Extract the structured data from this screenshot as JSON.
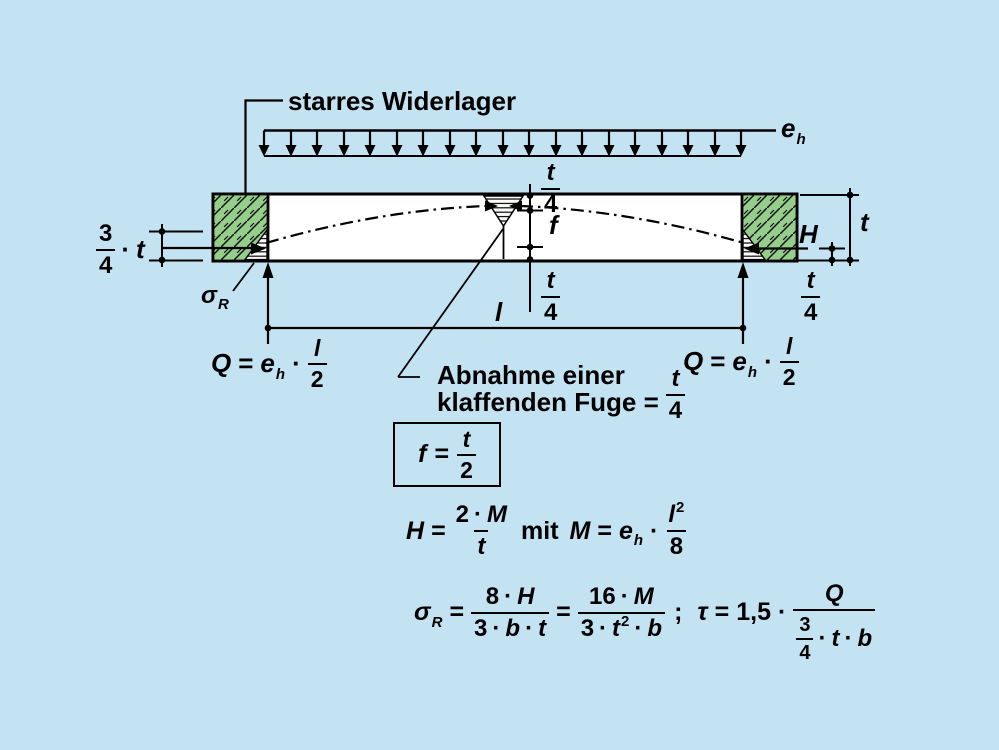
{
  "colors": {
    "background": "#c4e3f2",
    "support_green": "#95cd8a",
    "ink": "#000000",
    "beam_fill": "#ffffff"
  },
  "annotations": {
    "abutment": "starres Widerlager",
    "load": {
      "base": "e",
      "sub": "h"
    },
    "offset_left": {
      "num": "3",
      "den": "4",
      "times": "·",
      "var": "t"
    },
    "sigma": {
      "base": "σ",
      "sub": "R"
    },
    "quarter_top": {
      "num": "t",
      "den": "4"
    },
    "camber": "f",
    "quarter_bottom": {
      "num": "t",
      "den": "4"
    },
    "thrust": "H",
    "thickness": "t",
    "quarter_right": {
      "num": "t",
      "den": "4"
    },
    "span": "l",
    "gap_note": {
      "line1": "Abnahme einer",
      "line2": "klaffenden Fuge =",
      "frac": {
        "num": "t",
        "den": "4"
      }
    },
    "reaction_left": {
      "q": "Q",
      "eq": "=",
      "e": "e",
      "esub": "h",
      "times": "·",
      "frac": {
        "num": "l",
        "den": "2"
      }
    },
    "reaction_right": {
      "q": "Q",
      "eq": "=",
      "e": "e",
      "esub": "h",
      "times": "·",
      "frac": {
        "num": "l",
        "den": "2"
      }
    }
  },
  "formulas": {
    "camber": {
      "lhs": "f",
      "eq": "=",
      "frac": {
        "num": "t",
        "den": "2"
      }
    },
    "thrust": {
      "lhs": "H",
      "eq": "=",
      "num_coef": "2",
      "num_times": "·",
      "num_var": "M",
      "den": "t",
      "connector": "mit",
      "mlhs": "M",
      "meq": "=",
      "e": "e",
      "esub": "h",
      "times": "·",
      "num2_var": "l",
      "num2_sup": "2",
      "den2": "8"
    },
    "stress": {
      "lhs": "σ",
      "lhs_sub": "R",
      "eq1": "=",
      "f1_num_coef": "8",
      "f1_num_times": "·",
      "f1_num_var": "H",
      "f1_den_coef": "3",
      "f1_den_t1": "·",
      "f1_den_v1": "b",
      "f1_den_t2": "·",
      "f1_den_v2": "t",
      "eq2": "=",
      "f2_num_coef": "16",
      "f2_num_times": "·",
      "f2_num_var": "M",
      "f2_den_coef": "3",
      "f2_den_t1": "·",
      "f2_den_v1": "t",
      "f2_den_sup": "2",
      "f2_den_t2": "·",
      "f2_den_v2": "b",
      "sep": ";",
      "tau": "τ",
      "eq3": "=",
      "coef": "1,5",
      "times": "·",
      "f3_num": "Q",
      "f3_den_frac": {
        "num": "3",
        "den": "4"
      },
      "f3_den_t1": "·",
      "f3_den_v1": "t",
      "f3_den_t2": "·",
      "f3_den_v2": "b"
    }
  }
}
